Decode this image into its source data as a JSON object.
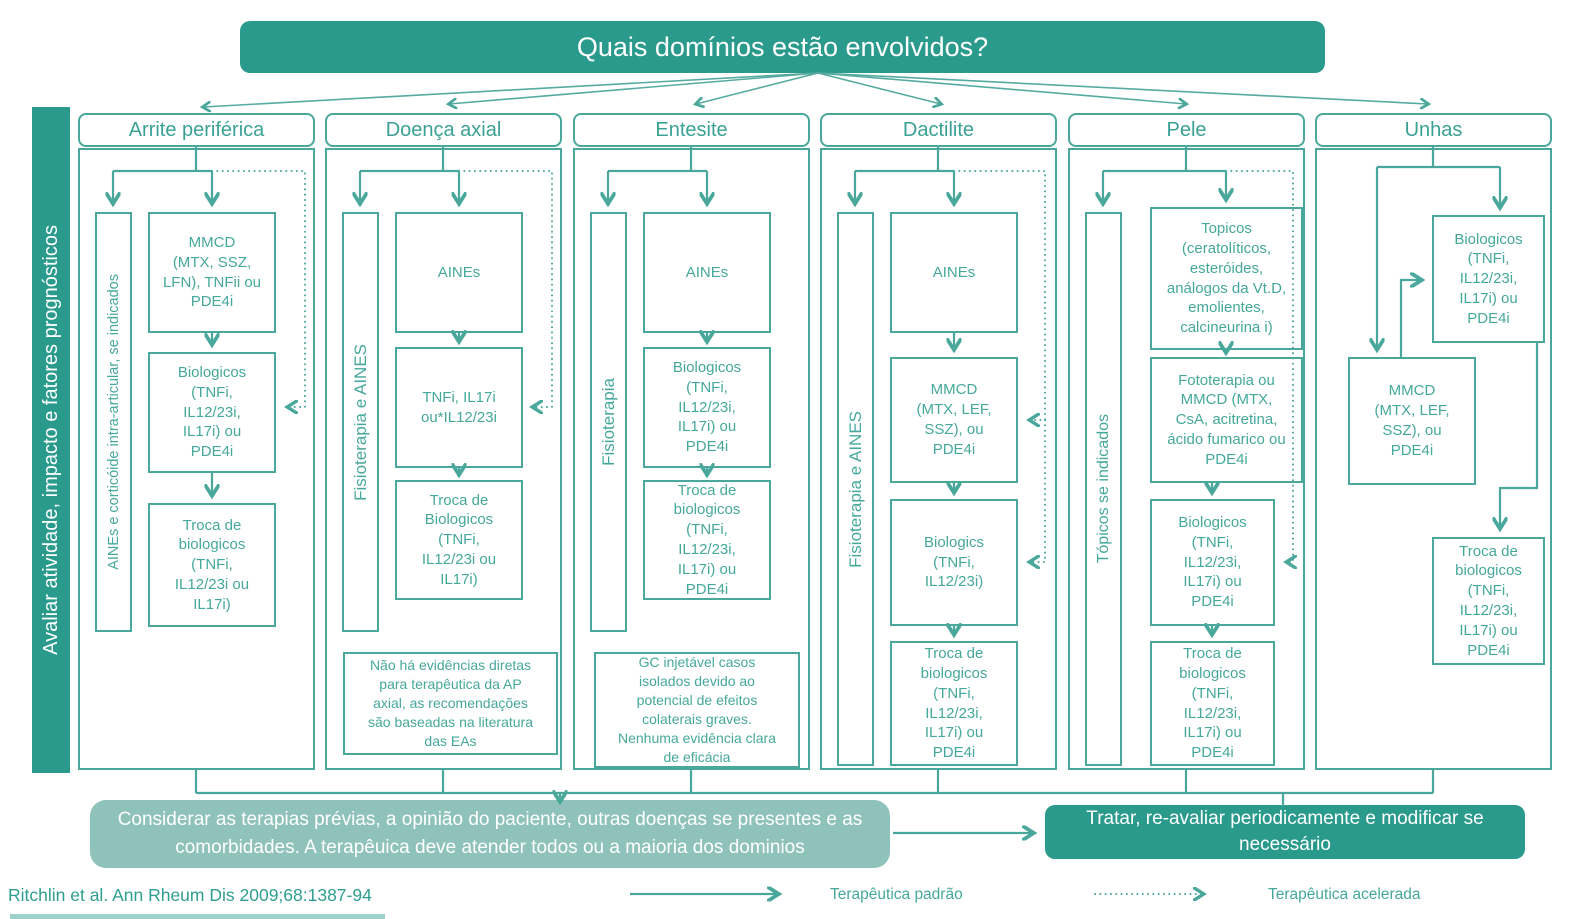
{
  "title": "Quais domínios estão envolvidos?",
  "sidebar_label": "Avaliar atividade, impacto e fatores prognósticos",
  "columns": [
    {
      "header": "Arrite periférica",
      "side_label": "AINEs e corticóide intra-articular, se indicados",
      "boxes": [
        "MMCD\n(MTX, SSZ,\nLFN), TNFii ou\nPDE4i",
        "Biologicos\n(TNFi,\nIL12/23i,\nIL17i) ou\nPDE4i",
        "Troca de\nbiologicos\n(TNFi,\nIL12/23i ou\nIL17i)"
      ]
    },
    {
      "header": "Doença axial",
      "side_label": "Fisioterapia e AINES",
      "boxes": [
        "AINEs",
        "TNFi, IL17i\nou*IL12/23i",
        "Troca de\nBiologicos\n(TNFi,\nIL12/23i ou\nIL17i)"
      ],
      "note": "Não há evidências diretas\npara terapêutica da  AP\naxial, as recomendações\nsão baseadas na literatura\ndas EAs"
    },
    {
      "header": "Entesite",
      "side_label": "Fisioterapia",
      "boxes": [
        "AINEs",
        "Biologicos\n(TNFi,\nIL12/23i,\nIL17i) ou\nPDE4i",
        "Troca de\nbiologicos\n(TNFi,\nIL12/23i,\nIL17i) ou\nPDE4i"
      ],
      "note": "GC injetável casos\nisolados  devido ao\npotencial de efeitos\ncolaterais graves.\nNenhuma evidência clara\nde eficácia"
    },
    {
      "header": "Dactilite",
      "side_label": "Fisioterapia e AINES",
      "boxes": [
        "AINEs",
        "MMCD\n(MTX, LEF,\nSSZ), ou\nPDE4i",
        "Biologics\n(TNFi,\nIL12/23i)",
        "Troca de\nbiologicos\n(TNFi,\nIL12/23i,\nIL17i) ou\nPDE4i"
      ]
    },
    {
      "header": "Pele",
      "side_label": "Tópicos se indicados",
      "boxes": [
        "Topicos\n(ceratolíticos,\nesteróides,\nanálogos da Vt.D,\nemolientes,\ncalcineurina i)",
        "Fototerapia ou\nMMCD (MTX,\nCsA, acitretina,\nácido fumarico  ou\nPDE4i",
        "Biologicos\n(TNFi,\nIL12/23i,\nIL17i) ou\nPDE4i",
        "Troca de\nbiologicos\n(TNFi,\nIL12/23i,\nIL17i) ou\nPDE4i"
      ]
    },
    {
      "header": "Unhas",
      "boxes": [
        "Biologicos\n(TNFi,\nIL12/23i,\nIL17i) ou\nPDE4i",
        "MMCD\n(MTX, LEF,\nSSZ), ou\nPDE4i",
        "Troca de\nbiologicos\n(TNFi,\nIL12/23i,\nIL17i) ou\nPDE4i"
      ]
    }
  ],
  "bottom": {
    "consider": "Considerar as terapias prévias, a opinião do paciente, outras doenças se presentes e as\ncomorbidades. A terapêuica deve atender todos ou a maioria dos dominios",
    "treat": "Tratar, re-avaliar periodicamente e modificar se\nnecessário"
  },
  "footer": {
    "citation": "Ritchlin et al. Ann Rheum Dis 2009;68:1387-94",
    "legend_solid": "Terapêutica padrão",
    "legend_dotted": "Terapêutica acelerada"
  },
  "colors": {
    "teal": "#2a9a8c",
    "light_teal": "#8fc2ba",
    "line": "#4aa79b"
  }
}
